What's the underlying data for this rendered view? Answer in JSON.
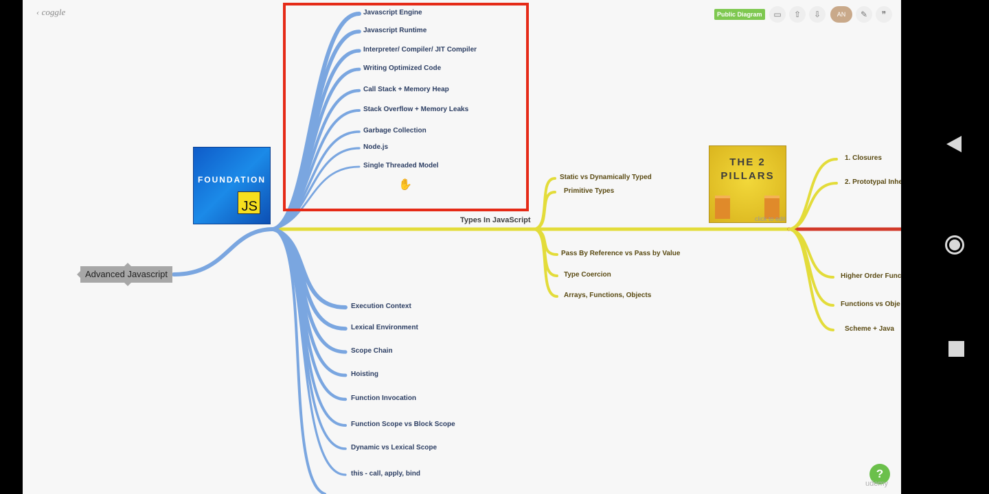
{
  "app": {
    "logo": "coggle",
    "public_badge": "Public Diagram",
    "avatar_initials": "AN"
  },
  "toolbar": {
    "icons": [
      "present-icon",
      "upload-icon",
      "download-icon",
      "settings-icon",
      "quote-icon"
    ],
    "present": "▭",
    "upload": "⇧",
    "download": "⇩",
    "settings": "✎",
    "quote": "❞"
  },
  "root": {
    "label": "Advanced Javascript"
  },
  "foundation": {
    "image_title": "FOUNDATION",
    "image_badge": "JS",
    "upper": [
      "Javascript Engine",
      "Javascript Runtime",
      "Interpreter/ Compiler/ JIT Compiler",
      "Writing Optimized Code",
      "Call Stack + Memory Heap",
      "Stack Overflow + Memory Leaks",
      "Garbage Collection",
      "Node.js",
      "Single Threaded Model"
    ],
    "lower": [
      "Execution Context",
      "Lexical Environment",
      "Scope Chain",
      "Hoisting",
      "Function Invocation",
      "Function Scope vs Block Scope",
      "Dynamic vs Lexical Scope",
      "this - call, apply, bind"
    ]
  },
  "types": {
    "label": "Types In JavaScript",
    "upper": [
      "Static vs Dynamically Typed",
      "Primitive Types"
    ],
    "lower": [
      "Pass By Reference vs Pass by Value",
      "Type Coercion",
      "Arrays, Functions, Objects"
    ]
  },
  "pillars": {
    "image_title_line1": "THE 2",
    "image_title_line2": "PILLARS",
    "click_to_edit": "click to edit",
    "upper": [
      "1. Closures",
      "2. Prototypal Inhe"
    ],
    "lower": [
      "Higher Order Func",
      "Functions vs Obje",
      "Scheme + Java"
    ]
  },
  "help": {
    "label": "?"
  },
  "watermark": "udemy",
  "colors": {
    "blue_branch": "#7aa6e0",
    "yellow_branch": "#e3dc3a",
    "red_branch": "#d23a2a",
    "highlight_box": "#e52a17"
  }
}
